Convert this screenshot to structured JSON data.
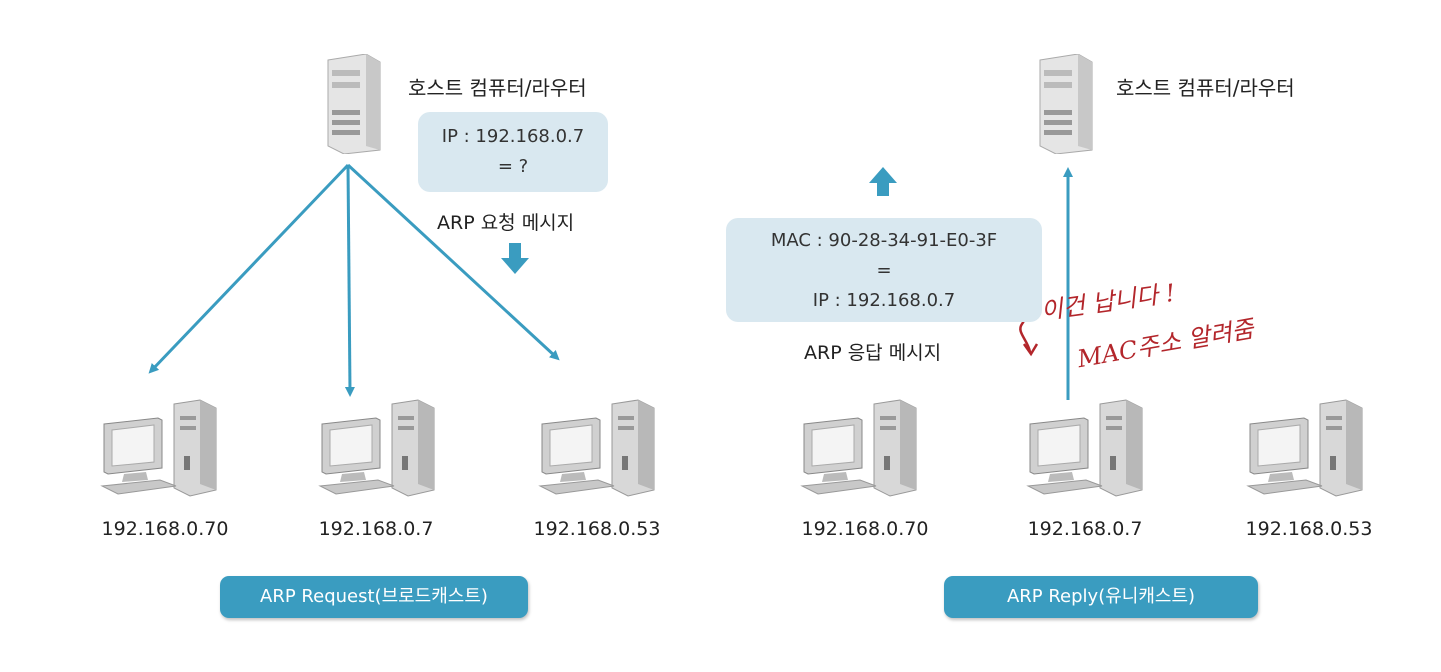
{
  "left": {
    "host_label": "호스트 컴퓨터/라우터",
    "message_line1": "IP : 192.168.0.7",
    "message_line2": "= ?",
    "message_caption": "ARP 요청 메시지",
    "clients": [
      "192.168.0.70",
      "192.168.0.7",
      "192.168.0.53"
    ],
    "pill_label": "ARP Request(브로드캐스트)"
  },
  "right": {
    "host_label": "호스트 컴퓨터/라우터",
    "message_line1": "MAC : 90-28-34-91-E0-3F",
    "message_line2": "=",
    "message_line3": "IP : 192.168.0.7",
    "message_caption": "ARP 응답 메시지",
    "clients": [
      "192.168.0.70",
      "192.168.0.7",
      "192.168.0.53"
    ],
    "pill_label": "ARP Reply(유니캐스트)",
    "annotation_line1": "이건 납니다 !",
    "annotation_line2": "MAC주소 알려줌"
  },
  "colors": {
    "arrow": "#3a9cc0",
    "box": "#d9e8f0",
    "pill": "#3a9cc0",
    "annotation": "#b3262b"
  }
}
